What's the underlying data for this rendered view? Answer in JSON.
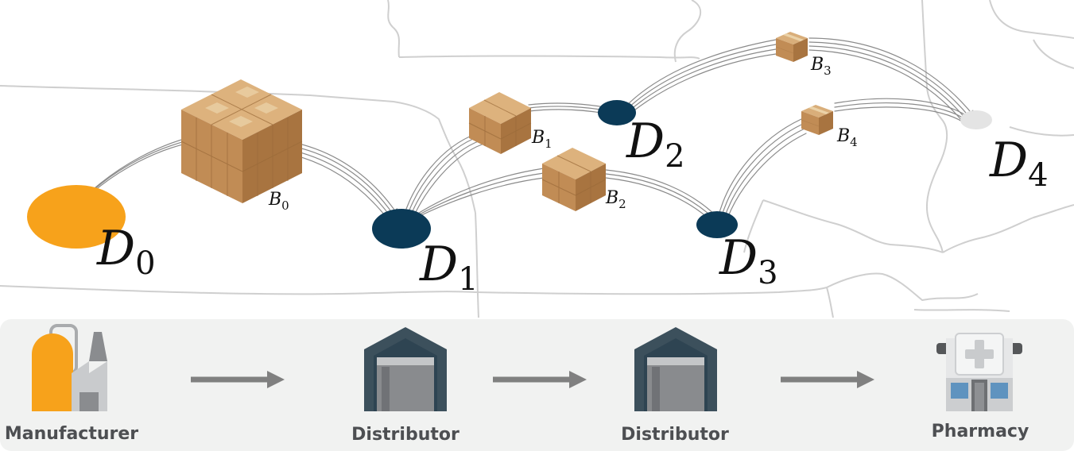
{
  "nodes": [
    {
      "id": "D0",
      "letter": "D",
      "sub": "0",
      "color": "#F7A21B"
    },
    {
      "id": "D1",
      "letter": "D",
      "sub": "1",
      "color": "#0B3A57"
    },
    {
      "id": "D2",
      "letter": "D",
      "sub": "2",
      "color": "#0B3A57"
    },
    {
      "id": "D3",
      "letter": "D",
      "sub": "3",
      "color": "#0B3A57"
    },
    {
      "id": "D4",
      "letter": "D",
      "sub": "4",
      "color": "#E4E4E4"
    }
  ],
  "batches": [
    {
      "id": "B0",
      "letter": "B",
      "sub": "0"
    },
    {
      "id": "B1",
      "letter": "B",
      "sub": "1"
    },
    {
      "id": "B2",
      "letter": "B",
      "sub": "2"
    },
    {
      "id": "B3",
      "letter": "B",
      "sub": "3"
    },
    {
      "id": "B4",
      "letter": "B",
      "sub": "4"
    }
  ],
  "flow": {
    "stages": [
      {
        "label": "Manufacturer",
        "icon": "factory-icon"
      },
      {
        "label": "Distributor",
        "icon": "warehouse-icon"
      },
      {
        "label": "Distributor",
        "icon": "warehouse-icon"
      },
      {
        "label": "Pharmacy",
        "icon": "pharmacy-icon"
      }
    ]
  },
  "colors": {
    "manufacturer": "#F7A21B",
    "distributor": "#0B3A57",
    "pharmacy": "#E4E4E4",
    "box": "#C6955F",
    "arrow": "#808080",
    "map_border": "#CFCFCF",
    "panel": "#F1F2F1"
  }
}
